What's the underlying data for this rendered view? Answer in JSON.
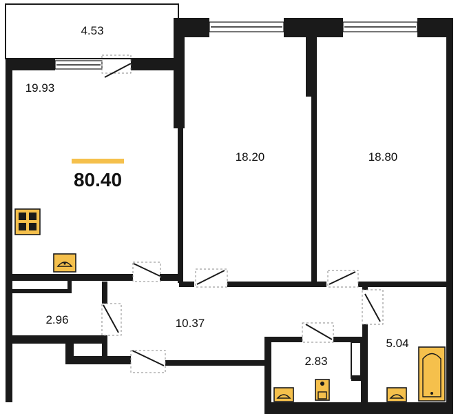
{
  "plan": {
    "total_area": "80.40",
    "rooms": [
      {
        "id": "balcony",
        "area": "4.53"
      },
      {
        "id": "kitchen-living",
        "area": "19.93"
      },
      {
        "id": "bedroom-1",
        "area": "18.20"
      },
      {
        "id": "bedroom-2",
        "area": "18.80"
      },
      {
        "id": "storage",
        "area": "2.96"
      },
      {
        "id": "hallway",
        "area": "10.37"
      },
      {
        "id": "toilet",
        "area": "2.83"
      },
      {
        "id": "bathroom",
        "area": "5.04"
      }
    ],
    "colors": {
      "wall": "#1a1a1a",
      "accent": "#f5c04c",
      "background": "#ffffff"
    },
    "icons": [
      "stove-icon",
      "sink-icon",
      "toilet-icon",
      "bathtub-icon",
      "window-icon",
      "door-icon"
    ]
  }
}
